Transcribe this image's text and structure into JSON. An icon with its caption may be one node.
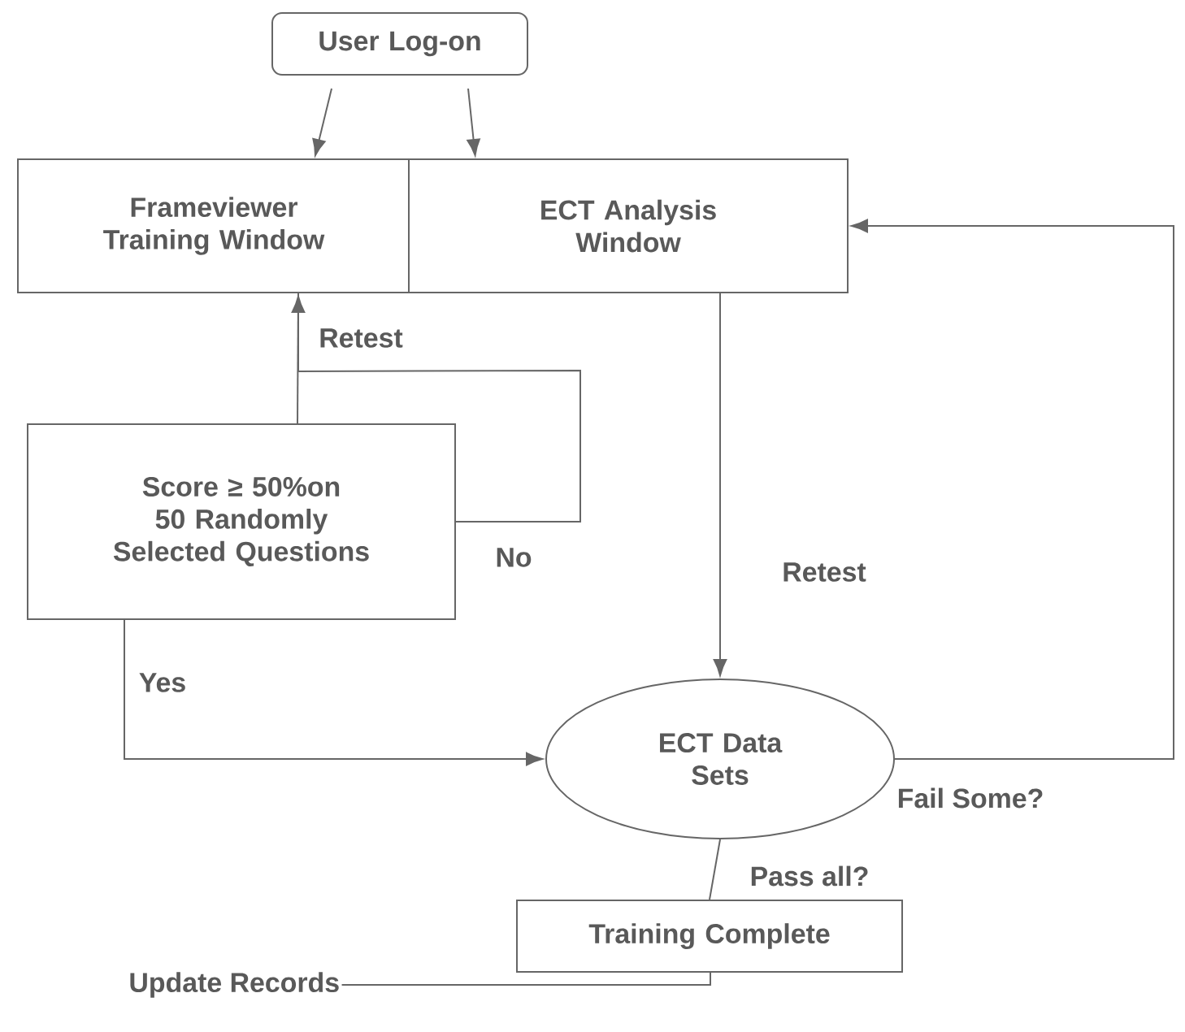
{
  "diagram": {
    "nodes": [
      {
        "text": [
          "User Log-on"
        ]
      },
      {
        "text": [
          "Frameviewer Training Window"
        ]
      },
      {
        "text": [
          "ECT Analysis Window"
        ]
      },
      {
        "text": [
          "Score ≥ 50%on 50 Randomly Selected Questions"
        ]
      },
      {
        "text": [
          "ECT Data Sets"
        ]
      },
      {
        "text": [
          "Training Complete"
        ]
      },
      {
        "text": [
          "Update Records"
        ]
      }
    ],
    "edges": [
      {
        "from": 0,
        "to": 1,
        "arrow": "to"
      },
      {
        "from": 0,
        "to": 2,
        "arrow": "to"
      },
      {
        "from": 1,
        "to": 3,
        "arrow": "none"
      },
      {
        "from": 3,
        "to": 1,
        "arrow": "to",
        "label": "Retest"
      },
      {
        "from": 3,
        "to": 4,
        "arrow": "to",
        "label": "Yes"
      },
      {
        "from": 2,
        "to": 4,
        "arrow": "to",
        "label": "Retest"
      },
      {
        "from": 4,
        "to": 2,
        "arrow": "to",
        "label": "Fail Some?"
      },
      {
        "from": 4,
        "to": 5,
        "arrow": "none",
        "label": "Pass all?"
      },
      {
        "from": 5,
        "to": 6,
        "arrow": "none"
      }
    ],
    "labels": [
      "No"
    ]
  }
}
